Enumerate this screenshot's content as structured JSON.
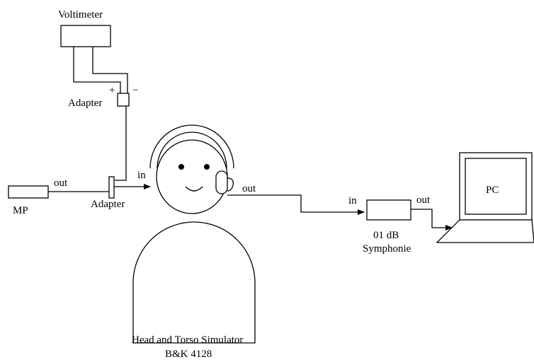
{
  "labels": {
    "voltimeter": "Voltimeter",
    "adapter_top": "Adapter",
    "plus": "+",
    "minus": "−",
    "adapter_bottom": "Adapter",
    "out_mp": "out",
    "mp": "MP",
    "in_head": "in",
    "out_head": "out",
    "hats_line1": "Head and Torso Simulator",
    "hats_line2": "B&K 4128",
    "in_symphonie": "in",
    "out_symphonie": "out",
    "symphonie_line1": "01 dB",
    "symphonie_line2": "Symphonie",
    "pc": "PC"
  }
}
